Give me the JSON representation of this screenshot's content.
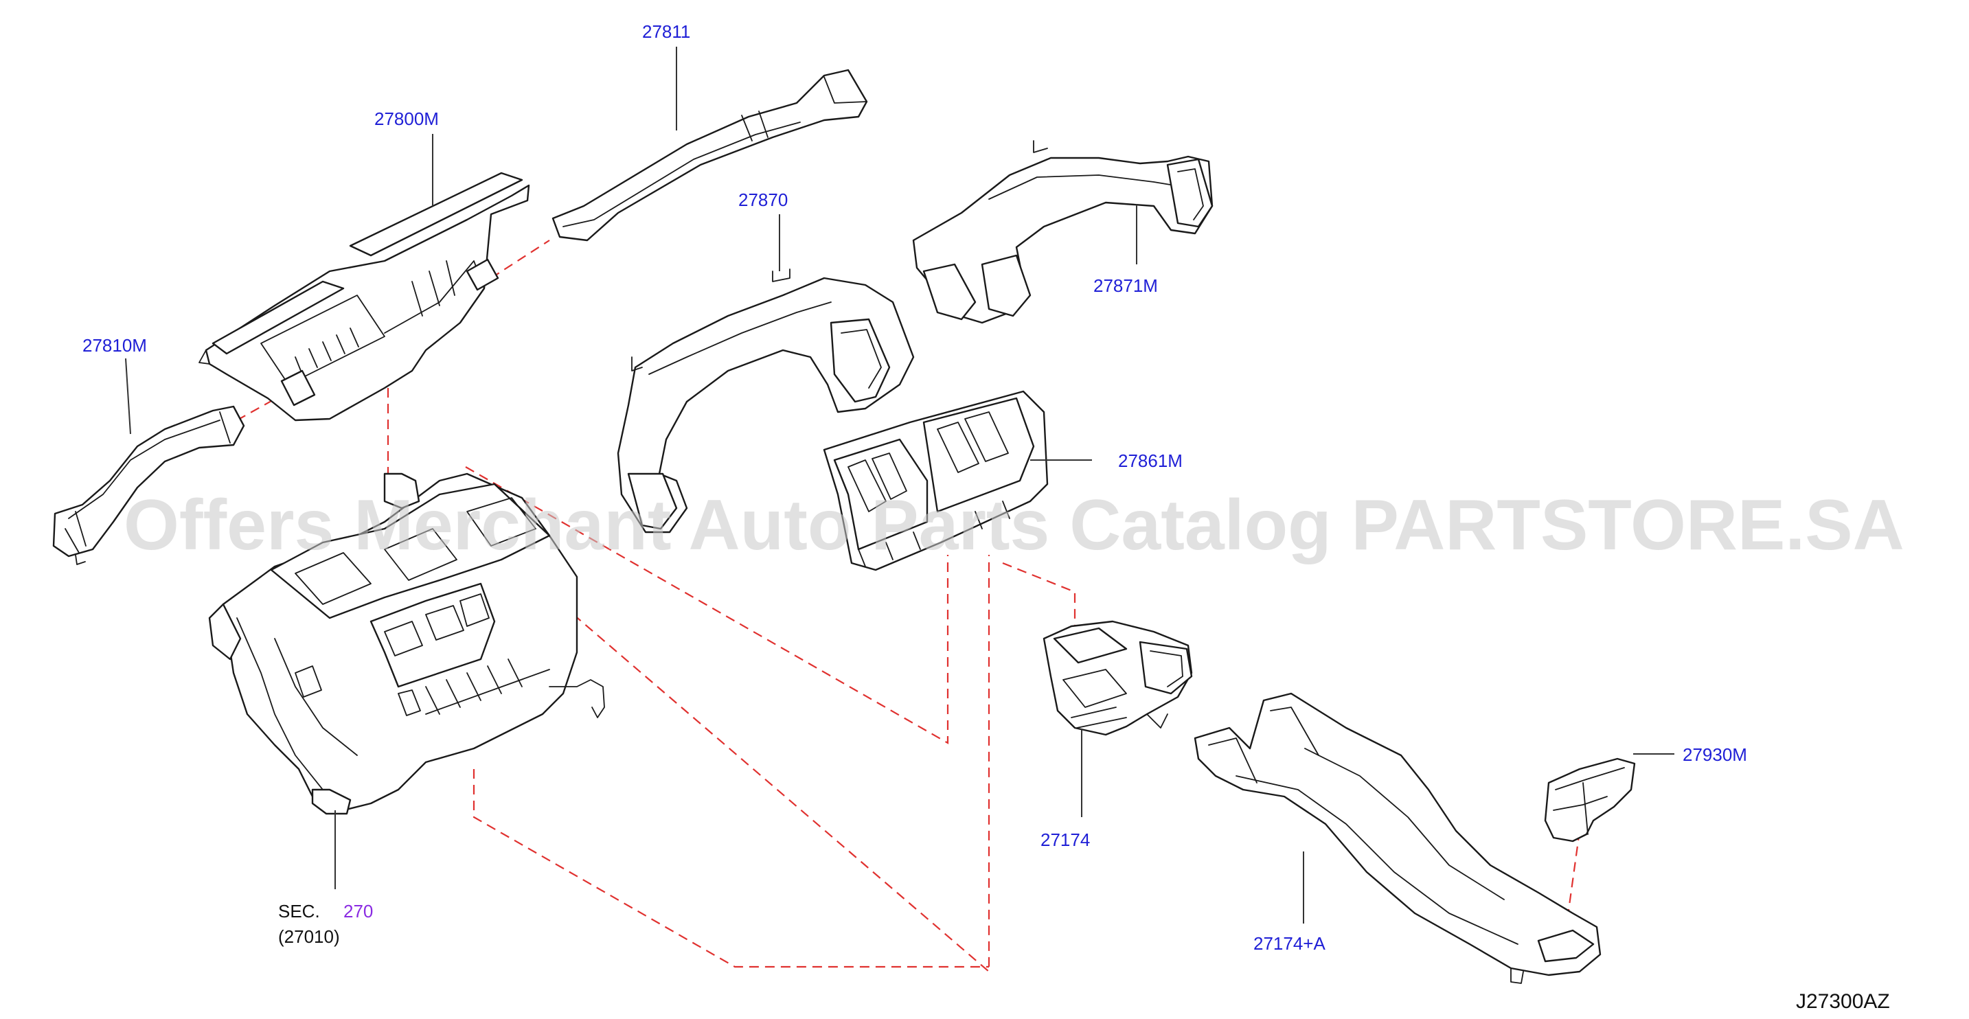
{
  "diagram": {
    "labels": {
      "p27811": "27811",
      "p27800m": "27800M",
      "p27870": "27870",
      "p27871m": "27871M",
      "p27810m": "27810M",
      "p27861m": "27861M",
      "p27174": "27174",
      "p27930m": "27930M",
      "p27174a": "27174+A",
      "sec_prefix": "SEC.",
      "sec_number": "270",
      "sec_ref": "(27010)"
    },
    "drawing_code": "J27300AZ",
    "watermark": "Offers Merchant Auto Parts Catalog PARTSTORE.SA",
    "colors": {
      "part_label": "#1f1fd6",
      "section_number": "#8a2be2",
      "dashed_connector": "#e0312f",
      "line_art": "#1a1a1a",
      "watermark": "#c8c8c8"
    }
  }
}
